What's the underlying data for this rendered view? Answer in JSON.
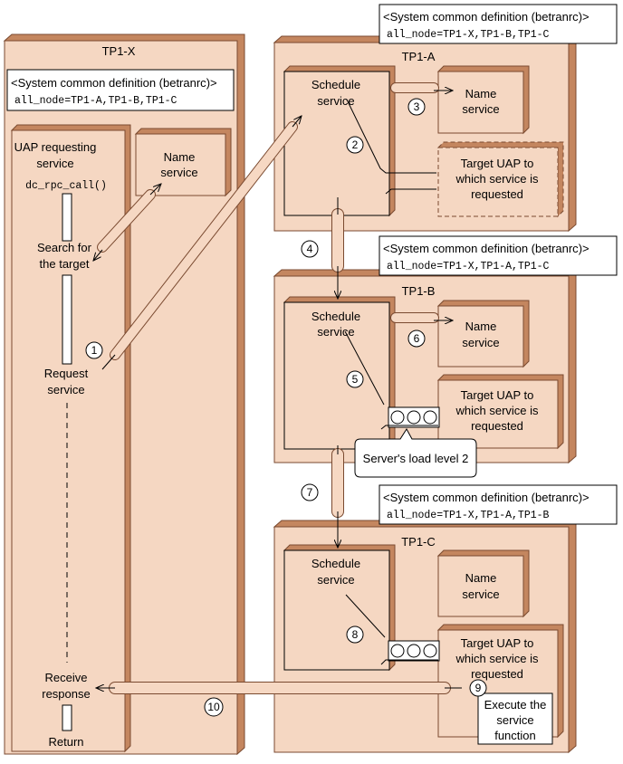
{
  "nodes": {
    "tp1x": {
      "title": "TP1-X"
    },
    "tp1a": {
      "title": "TP1-A"
    },
    "tp1b": {
      "title": "TP1-B"
    },
    "tp1c": {
      "title": "TP1-C"
    }
  },
  "definitions": {
    "x": {
      "header_pre": "<System common definition (",
      "header_file": "betranrc",
      "header_post": ")>",
      "value": "all_node=TP1-A,TP1-B,TP1-C"
    },
    "a": {
      "header_pre": "<System common definition (",
      "header_file": "betranrc",
      "header_post": ")>",
      "value": "all_node=TP1-X,TP1-B,TP1-C"
    },
    "b": {
      "header_pre": "<System common definition (",
      "header_file": "betranrc",
      "header_post": ")>",
      "value": "all_node=TP1-X,TP1-A,TP1-C"
    },
    "c": {
      "header_pre": "<System common definition (",
      "header_file": "betranrc",
      "header_post": ")>",
      "value": "all_node=TP1-X,TP1-A,TP1-B"
    }
  },
  "labels": {
    "uap_requesting_1": "UAP requesting",
    "uap_requesting_2": "service",
    "rpc_call": "dc_rpc_call()",
    "name_1": "Name",
    "name_2": "service",
    "search_1": "Search for",
    "search_2": "the target",
    "request_1": "Request",
    "request_2": "service",
    "receive_1": "Receive",
    "receive_2": "response",
    "return": "Return",
    "schedule_1": "Schedule",
    "schedule_2": "service",
    "target_1": "Target UAP to",
    "target_2": "which service is",
    "target_3": "requested",
    "load_level": "Server's load level 2",
    "execute_1": "Execute the",
    "execute_2": "service",
    "execute_3": "function"
  },
  "steps": [
    "1",
    "2",
    "3",
    "4",
    "5",
    "6",
    "7",
    "8",
    "9",
    "10"
  ],
  "colors": {
    "box": "#f5d7c2",
    "box_side": "#c4865f",
    "box_edge": "#7a4a30",
    "arrow": "#f6d8c3"
  }
}
